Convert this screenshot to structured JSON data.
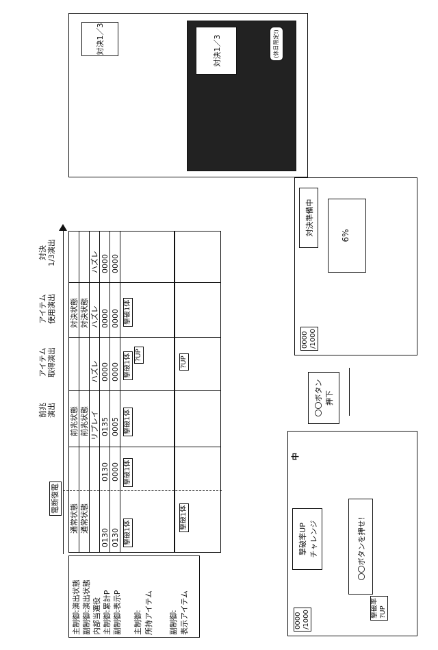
{
  "power": "電断復電",
  "phases": [
    {
      "label": "前兆\n演出"
    },
    {
      "label": "アイテム\n取得演出"
    },
    {
      "label": "アイテム\n使用演出"
    },
    {
      "label": "対決\n1/3演出"
    }
  ],
  "row_labels": [
    "主制御:演出状態",
    "副制御:演出状態",
    "内部当選役",
    "主制御:累計P",
    "副制御:表示P",
    "主制御:",
    "所持アイテム",
    "副制御:",
    "表示アイテム"
  ],
  "states": {
    "main_normal": "通常状態",
    "sub_normal": "通常状態",
    "main_pre": "前兆状態",
    "sub_pre": "前兆状態",
    "main_battle": "対決状態",
    "sub_battle": "対決状態"
  },
  "cells": {
    "replay": "リプレイ",
    "miss1": "ハズレ",
    "miss2": "ハズレ",
    "miss3": "ハズレ",
    "p1_total": "0130",
    "p1_disp": "0130",
    "p2_total": "0130",
    "p2_disp": "0000",
    "p3_total": "0135",
    "p3_disp": "0005",
    "p4_total": "0000",
    "p4_disp": "0000",
    "p5_total": "0000",
    "p5_disp": "0000",
    "p6_total": "0000",
    "p6_disp": "0000",
    "item": "撃破1体",
    "up": "?UP"
  },
  "scenes": {
    "top_title": "対決1／3",
    "top_title2": "対決1／3",
    "badge": "(休日限定!)",
    "prep_title": "対決準備中",
    "prep_pct": "6%",
    "counter": "0000\n/1000",
    "challenge_title": "撃破率UP\nチャレンジ",
    "press_msg": "〇〇ボタンを押せ！",
    "badge_small": "撃破率\n?UP",
    "counter2": "0000\n/1000",
    "button_press": "〇〇ボタン\n押下",
    "mid_label": "中"
  }
}
